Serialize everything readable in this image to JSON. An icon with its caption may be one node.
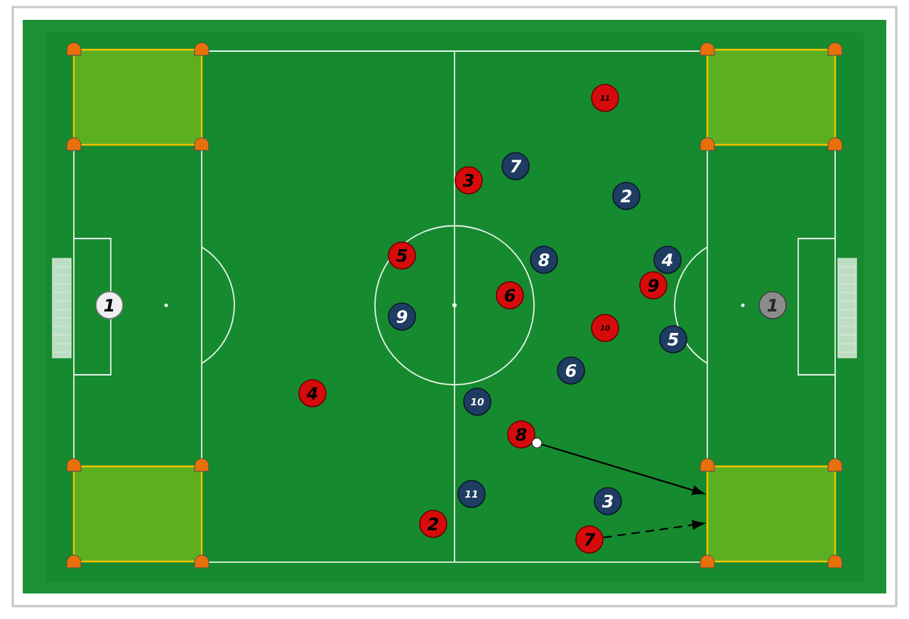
{
  "diagram": {
    "nodes": [
      {
        "text": [],
        "shape": "box"
      },
      {
        "text": [],
        "shape": "box"
      },
      {
        "text": [
          "11"
        ]
      },
      {
        "text": [
          "7"
        ]
      },
      {
        "text": [
          "3"
        ]
      },
      {
        "text": [
          "2"
        ]
      },
      {
        "text": [
          "5"
        ]
      },
      {
        "text": [
          "8"
        ]
      },
      {
        "text": [
          "4"
        ]
      },
      {
        "text": [
          "9"
        ]
      },
      {
        "text": [
          "6"
        ]
      },
      {
        "text": [
          "1"
        ]
      },
      {
        "text": [
          "1"
        ]
      },
      {
        "text": [
          "9"
        ]
      },
      {
        "text": [
          "10"
        ]
      },
      {
        "text": [
          "5"
        ]
      },
      {
        "text": [
          "6"
        ]
      },
      {
        "text": [
          "4"
        ]
      },
      {
        "text": [
          "10"
        ]
      },
      {
        "text": [
          "8"
        ]
      },
      {
        "text": [],
        "shape": "circle"
      },
      {
        "text": [],
        "shape": "box"
      },
      {
        "text": [],
        "shape": "box"
      },
      {
        "text": [
          "11"
        ]
      },
      {
        "text": [
          "3"
        ]
      },
      {
        "text": [
          "2"
        ]
      },
      {
        "text": [
          "7"
        ]
      }
    ],
    "edges": [
      {
        "from": 20,
        "to": 22,
        "arrow": "to"
      },
      {
        "from": 26,
        "to": 22,
        "arrow": "to",
        "style": "dashed"
      }
    ]
  }
}
